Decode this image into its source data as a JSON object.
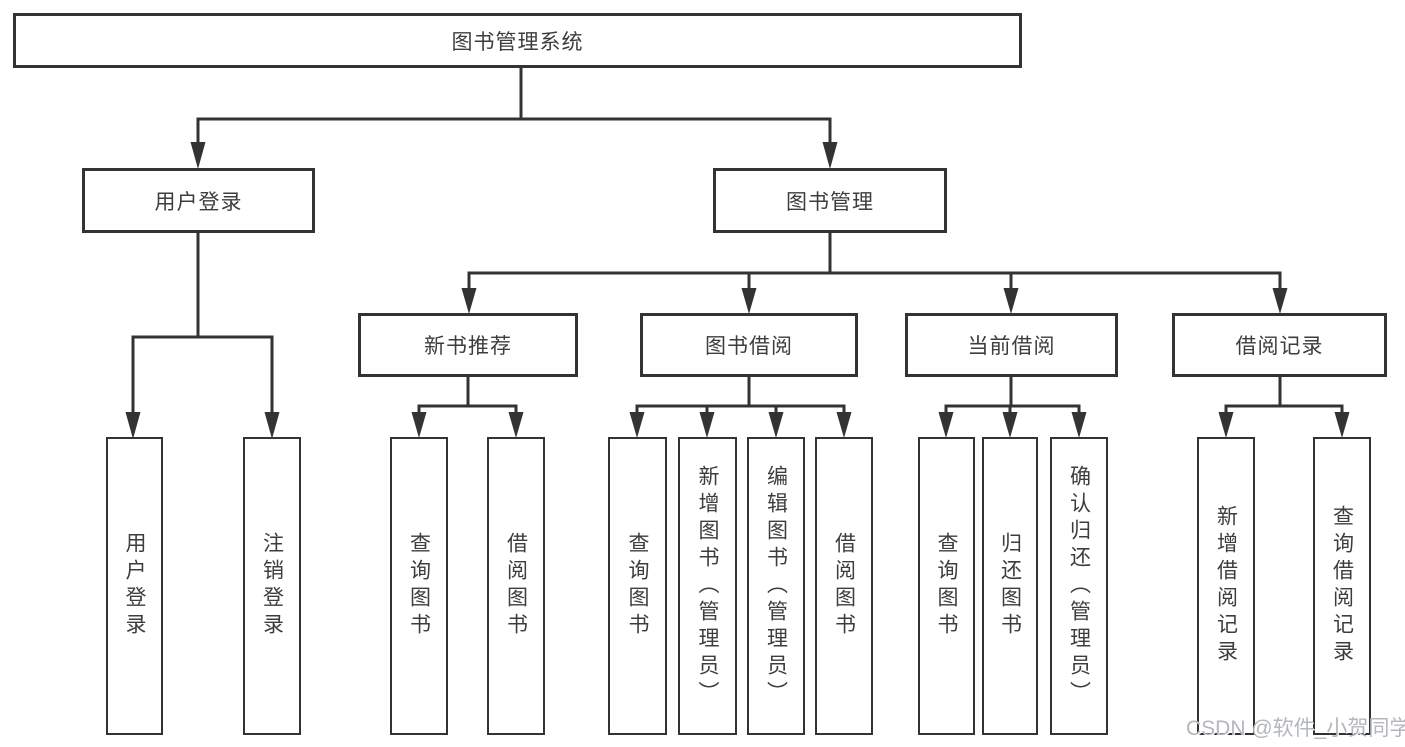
{
  "tree": {
    "label": "图书管理系统",
    "children": [
      {
        "label": "用户登录",
        "children": [
          {
            "label": "用户登录"
          },
          {
            "label": "注销登录"
          }
        ]
      },
      {
        "label": "图书管理",
        "children": [
          {
            "label": "新书推荐",
            "children": [
              {
                "label": "查询图书"
              },
              {
                "label": "借阅图书"
              }
            ]
          },
          {
            "label": "图书借阅",
            "children": [
              {
                "label": "查询图书"
              },
              {
                "label": "新增图书（管理员）"
              },
              {
                "label": "编辑图书（管理员）"
              },
              {
                "label": "借阅图书"
              }
            ]
          },
          {
            "label": "当前借阅",
            "children": [
              {
                "label": "查询图书"
              },
              {
                "label": "归还图书"
              },
              {
                "label": "确认归还（管理员）"
              }
            ]
          },
          {
            "label": "借阅记录",
            "children": [
              {
                "label": "新增借阅记录"
              },
              {
                "label": "查询借阅记录"
              }
            ]
          }
        ]
      }
    ]
  },
  "watermark": {
    "text": "CSDN @软件_小贺同学"
  },
  "colors": {
    "line": "#333333",
    "box_border": "#333333",
    "text": "#3d3d3d",
    "watermark": "#b3b7bc",
    "background": "#ffffff"
  }
}
